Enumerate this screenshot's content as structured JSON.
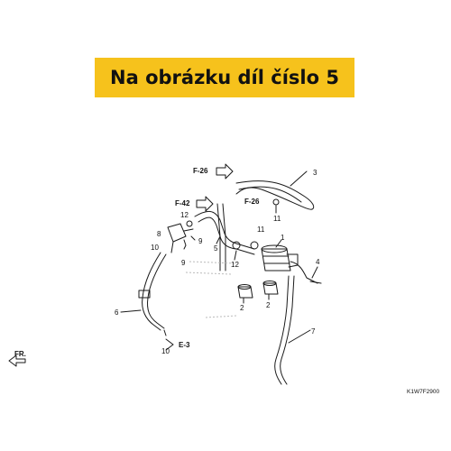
{
  "banner": {
    "text": "Na obrázku díl číslo 5"
  },
  "diagram_code": "K1W7F2900",
  "front_label": "FR.",
  "refs": {
    "f26_top": "F-26",
    "f26_mid": "F-26",
    "f42": "F-42",
    "e3": "E-3"
  },
  "part_numbers": {
    "p1": "1",
    "p2a": "2",
    "p2b": "2",
    "p3": "3",
    "p4": "4",
    "p5": "5",
    "p6": "6",
    "p7": "7",
    "p8": "8",
    "p9a": "9",
    "p9b": "9",
    "p10a": "10",
    "p10b": "10",
    "p11a": "11",
    "p11b": "11",
    "p12a": "12",
    "p12b": "12"
  },
  "colors": {
    "banner": "#f6c21c",
    "line": "#1a1a1a"
  }
}
